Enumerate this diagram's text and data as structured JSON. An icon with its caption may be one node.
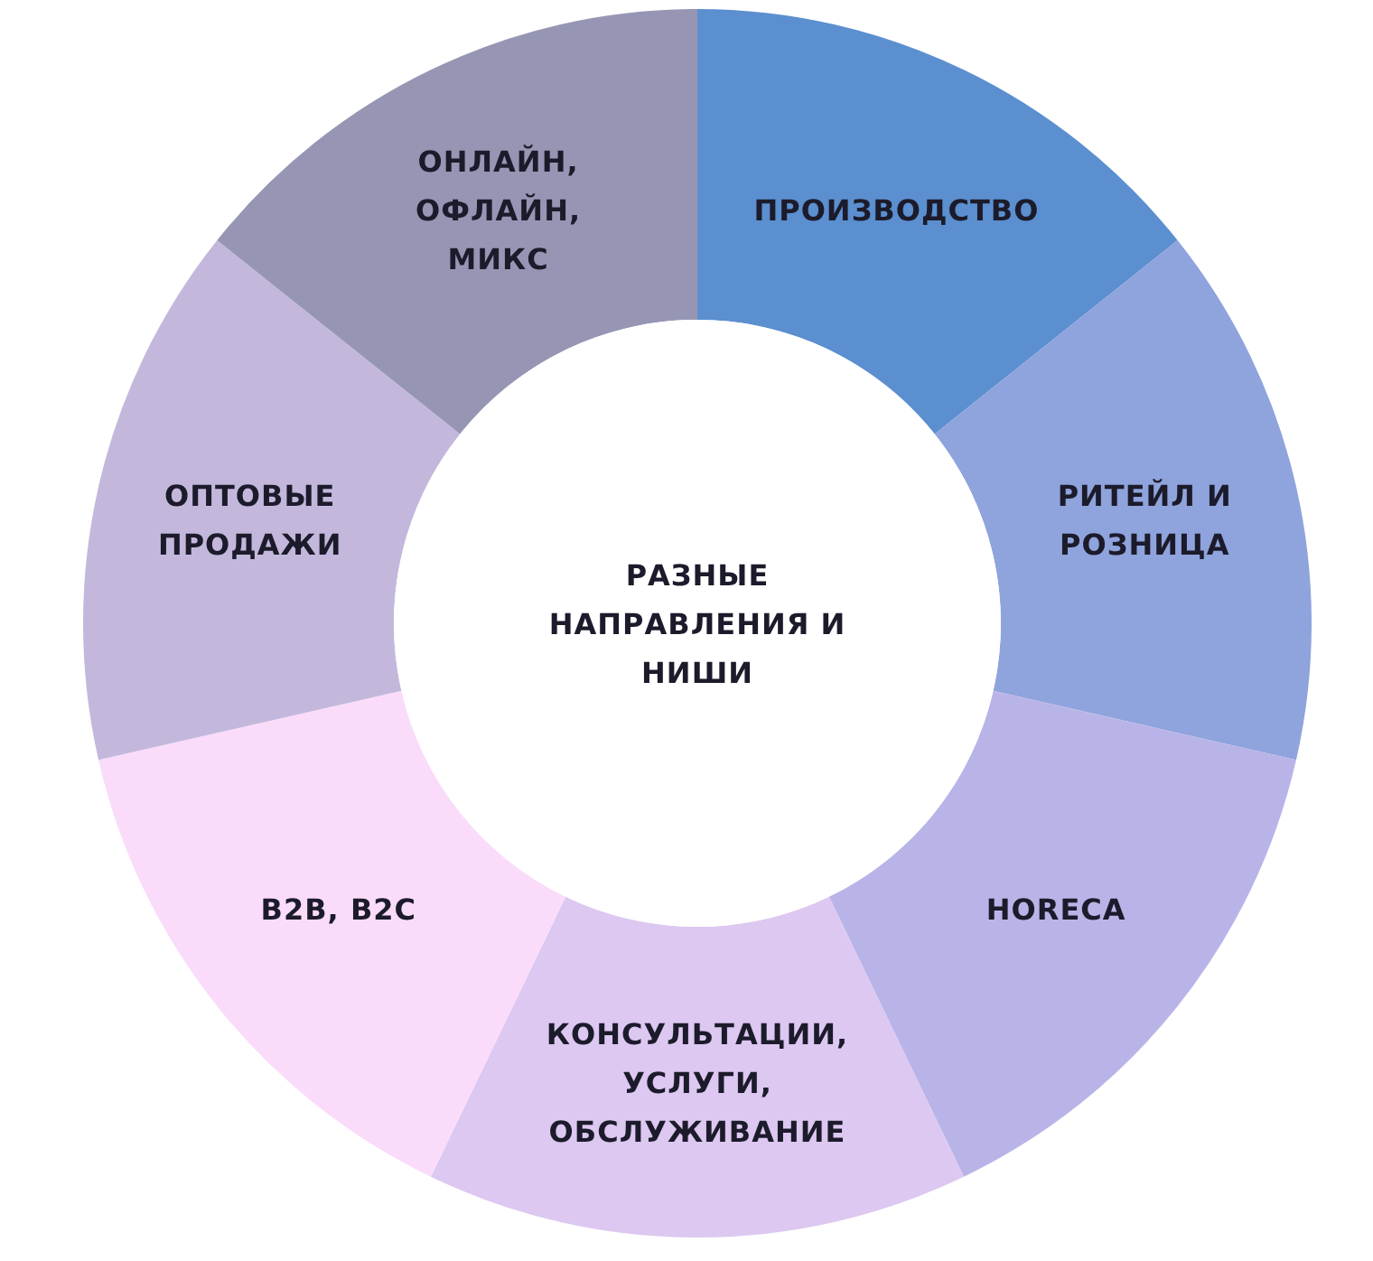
{
  "diagram": {
    "nodes": [
      {
        "text": [
          "ПРОИЗВОДСТВО"
        ]
      },
      {
        "text": [
          "РИТЕЙЛ И РОЗНИЦА"
        ]
      },
      {
        "text": [
          "HORECA"
        ]
      },
      {
        "text": [
          "КОНСУЛЬТАЦИИ, УСЛУГИ, ОБСЛУЖИВАНИЕ"
        ]
      },
      {
        "text": [
          "B2B, B2C"
        ]
      },
      {
        "text": [
          "ОПТОВЫЕ ПРОДАЖИ"
        ]
      },
      {
        "text": [
          "ОНЛАЙН, ОФЛАЙН, МИКС"
        ]
      },
      {
        "text": [
          "РАЗНЫЕ НАПРАВЛЕНИЯ И НИШИ"
        ]
      }
    ]
  }
}
